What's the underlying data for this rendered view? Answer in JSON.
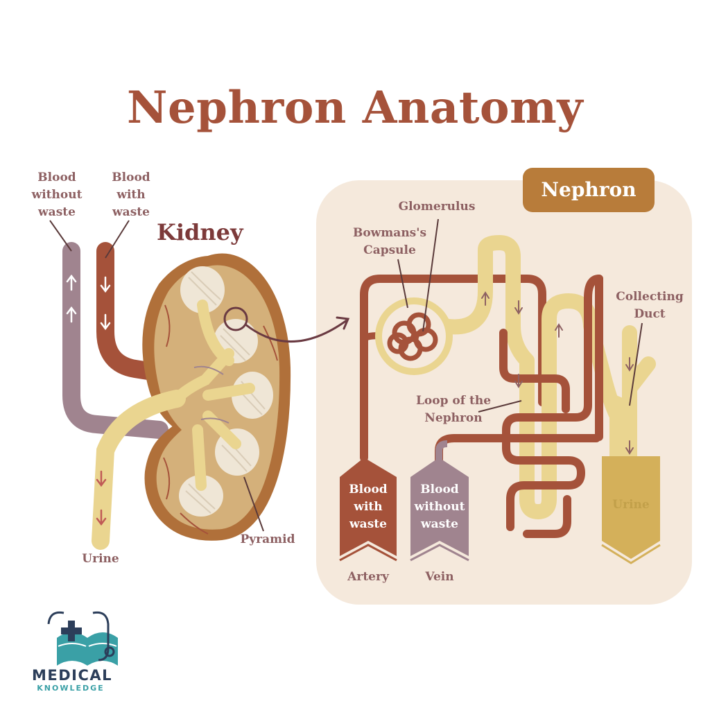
{
  "title": "Nephron Anatomy",
  "kidney": {
    "title": "Kidney",
    "blood_without_waste": [
      "Blood",
      "without",
      "waste"
    ],
    "blood_with_waste": [
      "Blood",
      "with",
      "waste"
    ],
    "urine": "Urine",
    "pyramid": "Pyramid"
  },
  "nephron": {
    "tag": "Nephron",
    "glomerulus": "Glomerulus",
    "bowmans_capsule": [
      "Bowmans's",
      "Capsule"
    ],
    "collecting_duct": [
      "Collecting",
      "Duct"
    ],
    "loop": [
      "Loop of the",
      "Nephron"
    ],
    "artery_box": [
      "Blood",
      "with",
      "waste"
    ],
    "vein_box": [
      "Blood",
      "without",
      "waste"
    ],
    "artery": "Artery",
    "vein": "Vein",
    "urine": "Urine"
  },
  "logo": {
    "line1": "MEDICAL",
    "line2": "KNOWLEDGE"
  },
  "colors": {
    "title": "#a5523a",
    "artery": "#a5523a",
    "vein": "#a0848f",
    "urine": "#e9d596",
    "panel": "#f5e9dc",
    "tag": "#b87c3a"
  }
}
